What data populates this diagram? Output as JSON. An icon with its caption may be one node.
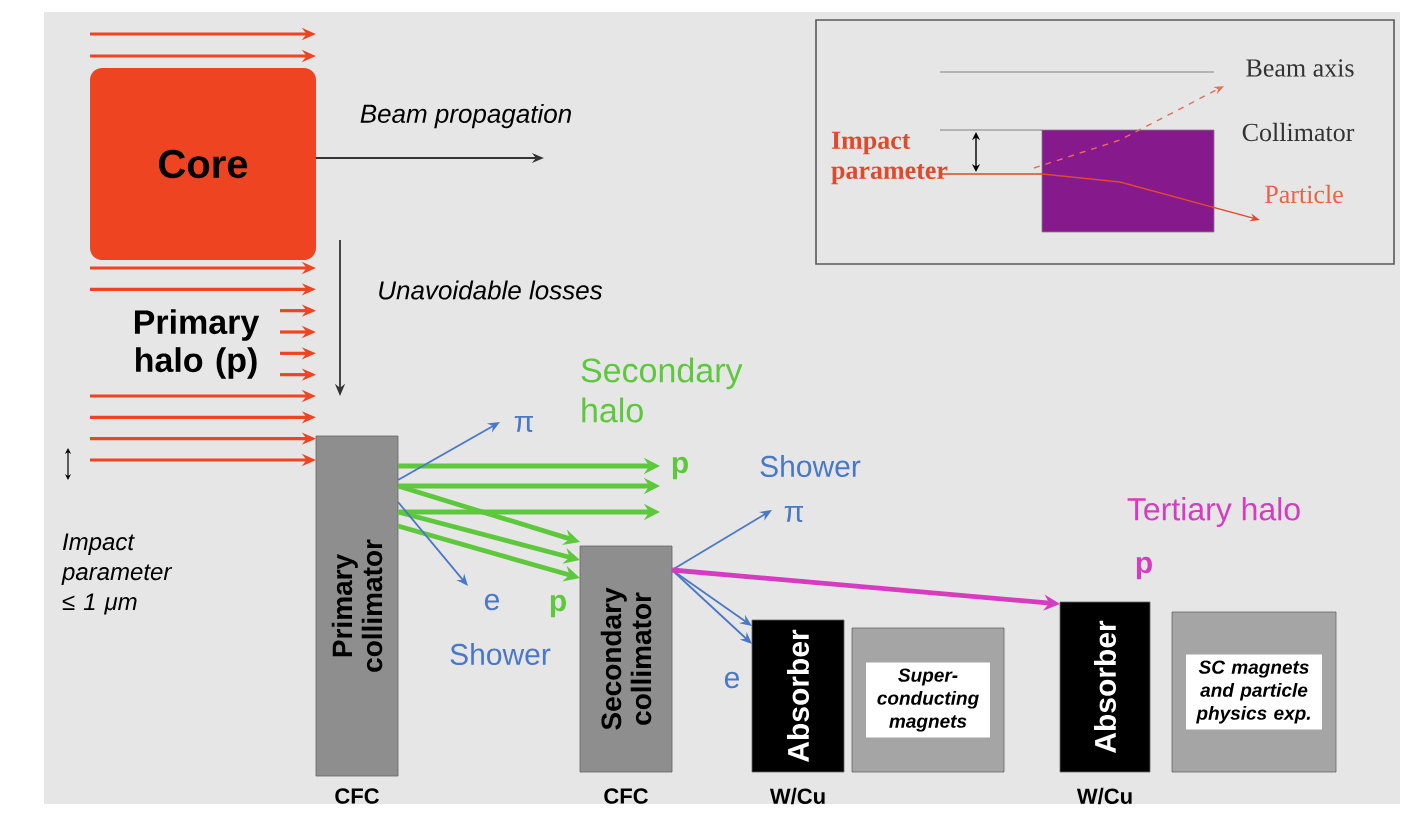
{
  "diagram": {
    "nodes": [
      {
        "text": [
          "Core"
        ]
      },
      {
        "text": [
          "Primary collimator"
        ],
        "beside": [
          "CFC"
        ]
      },
      {
        "text": [
          "Secondary collimator"
        ],
        "beside": [
          "CFC"
        ]
      },
      {
        "text": [
          "Absorber"
        ],
        "beside": [
          "W/Cu"
        ]
      },
      {
        "text": [
          "Super-conducting magnets"
        ]
      },
      {
        "text": [
          "Absorber"
        ],
        "beside": [
          "W/Cu"
        ]
      },
      {
        "text": [
          "SC magnets and particle physics exp."
        ]
      },
      {
        "text": [
          "π"
        ]
      },
      {
        "text": [
          "p"
        ]
      },
      {
        "text": [
          "e"
        ]
      },
      {
        "text": [
          "π"
        ]
      }
    ],
    "edges": [
      {
        "from": 0,
        "to": null,
        "arrow": "to",
        "label": "Beam propagation",
        "color": "#333333"
      },
      {
        "from": null,
        "to": 1,
        "arrow": "to",
        "label": "Unavoidable losses",
        "color": "#333333"
      },
      {
        "from": 1,
        "to": 8,
        "arrow": "to",
        "style": "thick"
      },
      {
        "from": 1,
        "to": 8,
        "arrow": "to",
        "style": "thick"
      },
      {
        "from": 1,
        "to": 8,
        "arrow": "to",
        "style": "thick"
      },
      {
        "from": 1,
        "to": 2,
        "arrow": "to",
        "style": "thick"
      },
      {
        "from": 1,
        "to": 2,
        "arrow": "to",
        "style": "thick"
      },
      {
        "from": 1,
        "to": 2,
        "arrow": "to",
        "style": "thick"
      },
      {
        "from": 1,
        "to": 7,
        "arrow": "to",
        "color": "#4a78c8"
      },
      {
        "from": 1,
        "to": 9,
        "arrow": "to",
        "color": "#4a78c8"
      },
      {
        "from": 2,
        "to": 10,
        "arrow": "to",
        "color": "#4a78c8"
      },
      {
        "from": 2,
        "to": 3,
        "arrow": "to",
        "color": "#4a78c8"
      },
      {
        "from": 2,
        "to": 3,
        "arrow": "to",
        "color": "#4a78c8"
      },
      {
        "from": 2,
        "to": 5,
        "arrow": "to",
        "style": "thick",
        "color": "#d63cc0"
      }
    ],
    "labels": [
      "Primary halo (p)",
      "Impact parameter ≤ 1 μm",
      "Secondary halo",
      "p",
      "Shower",
      "Shower",
      "e",
      "Tertiary halo",
      "p",
      "Beam axis",
      "Impact parameter",
      "Collimator",
      "Particle"
    ]
  }
}
